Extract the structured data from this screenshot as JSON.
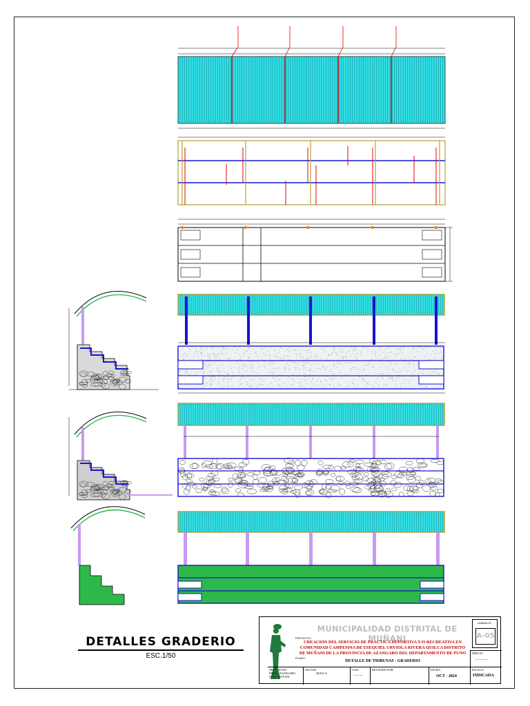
{
  "title": {
    "main": "DETALLES GRADERIO",
    "scale": "ESC.1/50"
  },
  "titleblock": {
    "municipality": "MUNICIPALIDAD DISTRITAL DE MUÑANI",
    "project_label": "PROYECTO:",
    "project_text": "CREACION DEL SERVICIO DE PRACTICA DEPORTIVA Y/O RECREATIVA EN COMUNIDAD CAMPESINA DE ESEQUIEL URVIOLA RIVERA QUILCA DISTRITO DE MUÑANI DE LA PROVINCIA DE AZANGARO DEL DEPARTAMENTO DE PUNO",
    "plano_label": "PLANO:",
    "plano_text": "DETALLE DE TRIBUNAS - GRADERIO",
    "lamina_label": "LAMINA N°:",
    "lamina_number": "A-05",
    "dibujo_label": "DIBUJO:",
    "dibujo_value": "--------------",
    "location": [
      "DPTO : PUNO",
      "PROV. : AZANGARO",
      "DIST : MUÑANI"
    ],
    "sector_label": "SECTOR:",
    "sector_value": "QUILCA",
    "cad_label": "CAD:",
    "cad_value": "----------",
    "revisado_label": "REVISADO POR:",
    "fecha_label": "FECHA:",
    "fecha_value": "OCT - 2024",
    "escala_label": "ESCALA:",
    "escala_value": "INDICADA"
  },
  "colors": {
    "cyan": "#33e0e6",
    "blue": "#1414d2",
    "red": "#e00000",
    "green": "#2fb84a",
    "violet": "#c79bf2",
    "olive": "#b5a032"
  }
}
